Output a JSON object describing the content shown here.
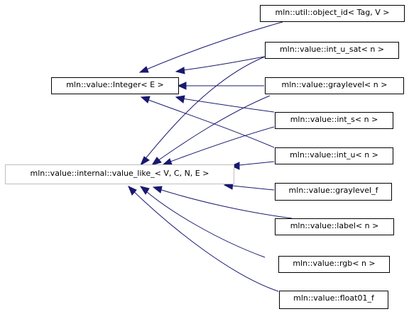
{
  "nodes": {
    "object_id": "mln::util::object_id< Tag, V >",
    "integer": "mln::value::Integer< E >",
    "int_u_sat": "mln::value::int_u_sat< n >",
    "graylevel": "mln::value::graylevel< n >",
    "int_s": "mln::value::int_s< n >",
    "value_like": "mln::value::internal::value_like_< V, C, N, E >",
    "int_u": "mln::value::int_u< n >",
    "graylevel_f": "mln::value::graylevel_f",
    "label": "mln::value::label< n >",
    "rgb": "mln::value::rgb< n >",
    "float01_f": "mln::value::float01_f"
  },
  "colors": {
    "edge": "#191970",
    "node_border": "#000000",
    "highlight_border": "#bfbfbf"
  }
}
